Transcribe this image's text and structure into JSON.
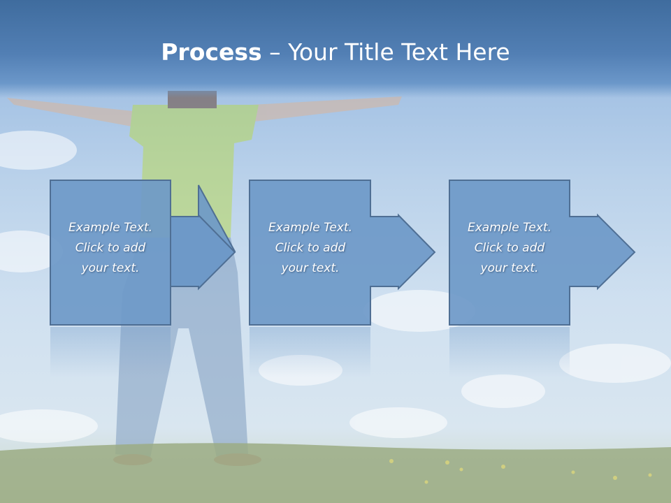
{
  "slide": {
    "title_bold": "Process",
    "title_dash": " – ",
    "title_rest": "Your Title Text Here"
  },
  "steps": [
    {
      "line1": "Example Text.",
      "line2": "Click  to add",
      "line3": "your text."
    },
    {
      "line1": "Example Text.",
      "line2": "Click  to add",
      "line3": "your text."
    },
    {
      "line1": "Example Text.",
      "line2": "Click  to add",
      "line3": "your text."
    }
  ],
  "colors": {
    "title_band": "#4a78ad",
    "box_fill": "#6e99c8",
    "box_border": "#4f6f94",
    "title_text": "#ffffff"
  },
  "icons": [
    "arrow-right-icon"
  ]
}
